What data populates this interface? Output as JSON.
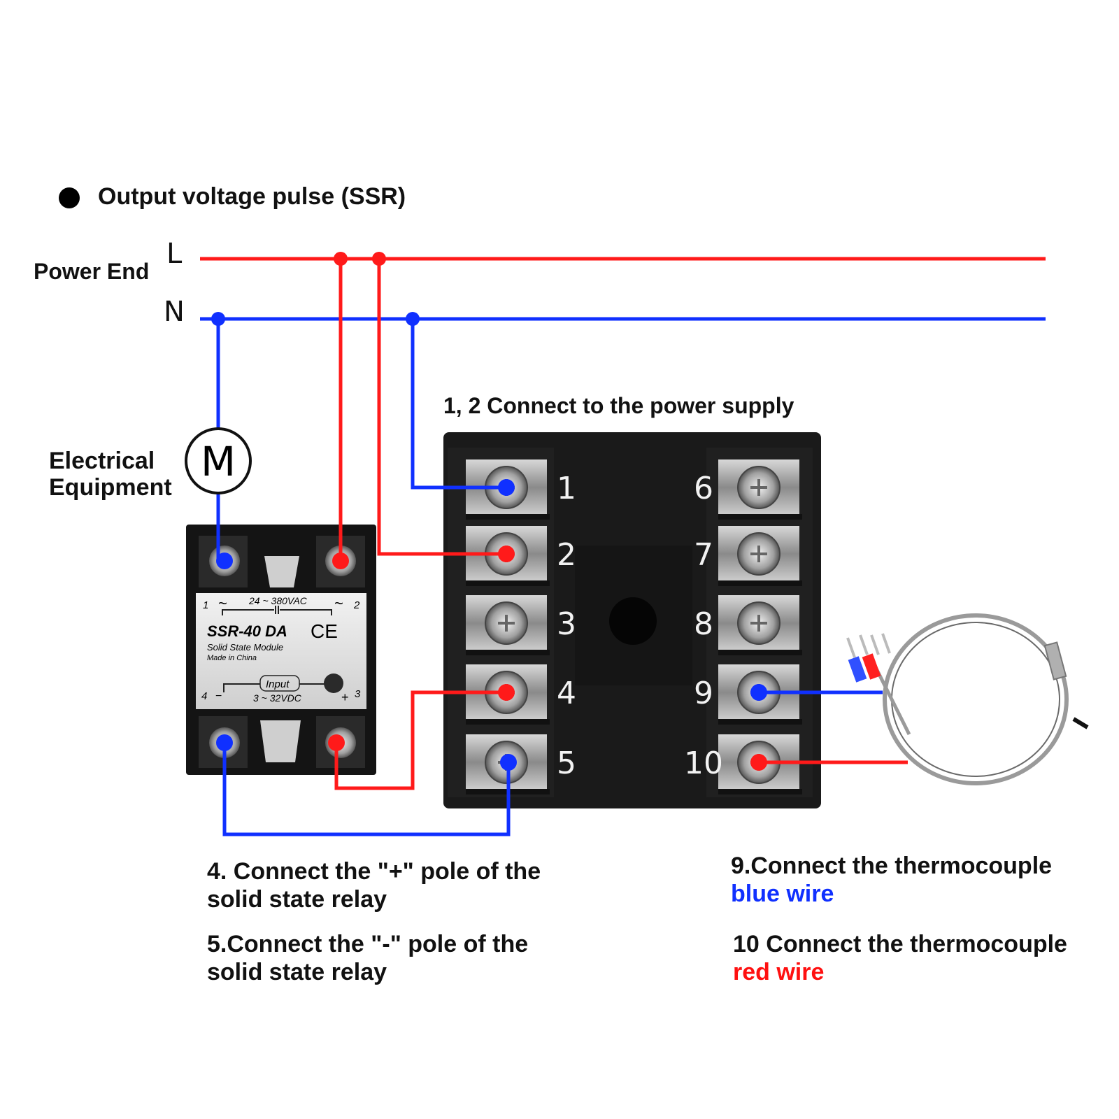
{
  "legend": {
    "marker": "filled-circle",
    "text": "Output voltage pulse (SSR)"
  },
  "power": {
    "label": "Power End",
    "line_L": "L",
    "line_N": "N"
  },
  "equipment": {
    "label": "Electrical Equipment",
    "motor_symbol": "M"
  },
  "ssr": {
    "model": "SSR-40 DA",
    "subtitle": "Solid State Module",
    "origin": "Made in China",
    "ac_range": "24 ~ 380VAC",
    "dc_range": "3 ~ 32VDC",
    "input_label": "Input",
    "terminal_1": "1",
    "terminal_2": "2",
    "terminal_3": "3",
    "terminal_4": "4",
    "plus": "+",
    "minus": "−",
    "ac_symbol": "~",
    "ce_mark": "CE"
  },
  "controller": {
    "terminals_left": [
      "1",
      "2",
      "3",
      "4",
      "5"
    ],
    "terminals_right": [
      "6",
      "7",
      "8",
      "9",
      "10"
    ]
  },
  "notes": {
    "supply": "1, 2 Connect to the power supply",
    "plus_pole": "4. Connect the \"+\" pole of the solid state relay",
    "minus_pole": "5.Connect the \"-\" pole of the solid state relay",
    "blue_prefix": "9.Connect the thermocouple",
    "blue_suffix": "blue wire",
    "red_prefix": "10 Connect the thermocouple",
    "red_suffix": "red wire"
  },
  "colors": {
    "live_wire": "#ff1a1a",
    "neutral_wire": "#1030ff",
    "device_body": "#1a1a1a"
  }
}
